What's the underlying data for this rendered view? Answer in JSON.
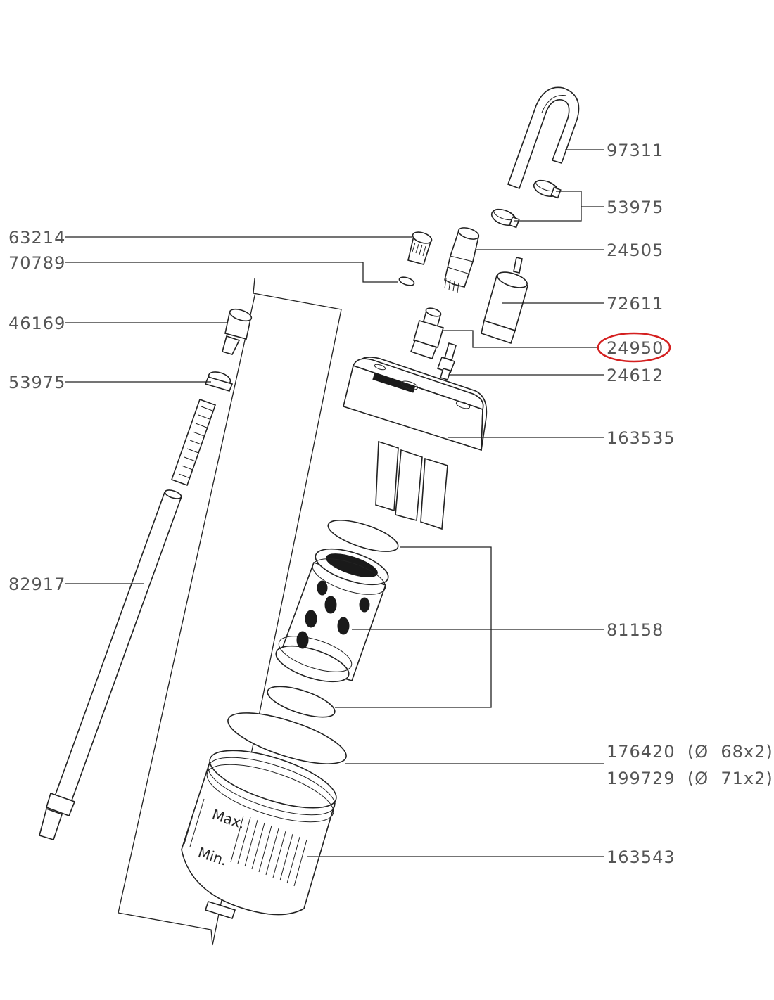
{
  "diagram": {
    "highlight_color": "#d42020",
    "highlighted_part": "24950",
    "labels": {
      "p97311": "97311",
      "p53975_right": "53975",
      "p24505": "24505",
      "p72611": "72611",
      "p24950": "24950",
      "p24612": "24612",
      "p163535": "163535",
      "p81158": "81158",
      "p176420": "176420  (Ø  68x2)",
      "p199729": "199729  (Ø  71x2)",
      "p163543": "163543",
      "p63214": "63214",
      "p70789": "70789",
      "p46169": "46169",
      "p53975_left": "53975",
      "p82917": "82917"
    },
    "bowl_marks": {
      "max": "Max.",
      "min": "Min."
    }
  }
}
